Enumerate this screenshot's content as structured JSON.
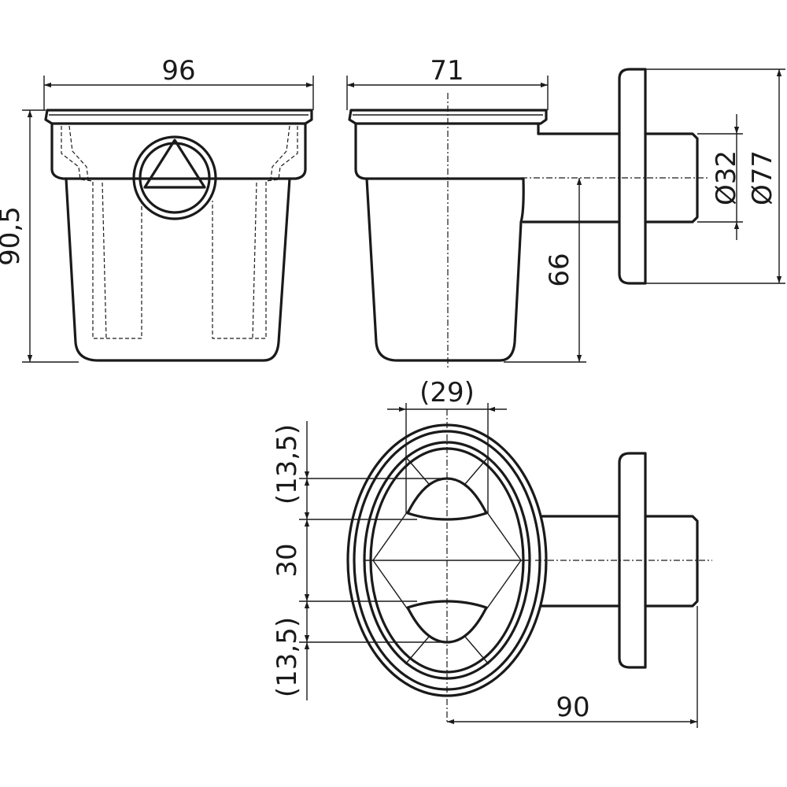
{
  "dimensions": {
    "front_width": "96",
    "front_height": "90,5",
    "side_width": "71",
    "outlet_height": "66",
    "outlet_diameter": "Ø32",
    "flange_diameter": "Ø77",
    "bottom_spacing": "(29)",
    "upper_offset": "(13,5)",
    "middle_offset": "30",
    "lower_offset": "(13,5)",
    "outlet_length": "90"
  }
}
